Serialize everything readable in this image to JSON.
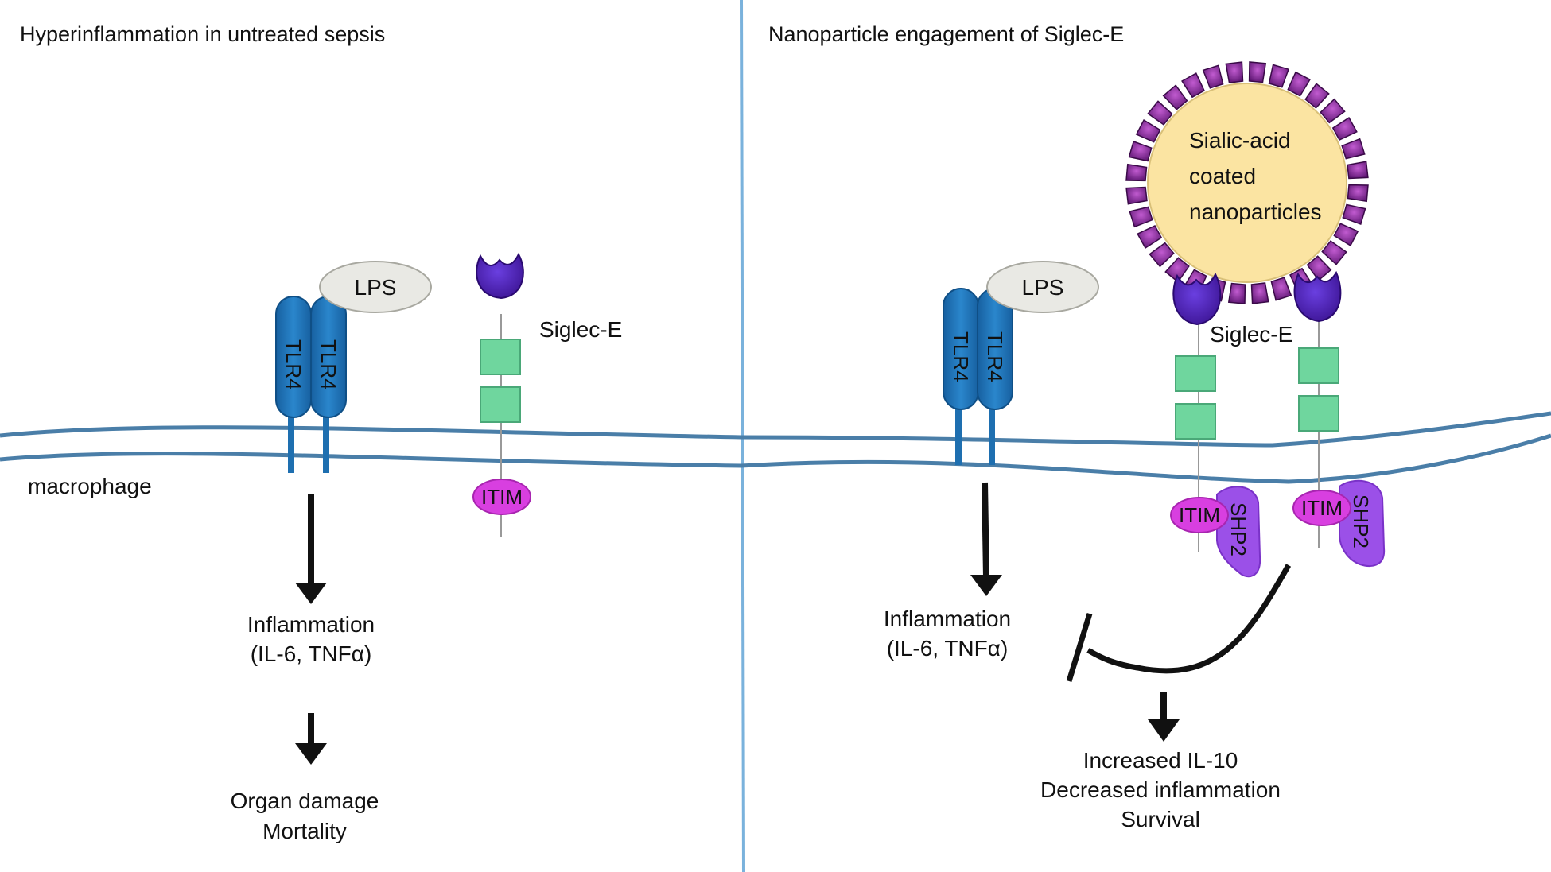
{
  "left_panel": {
    "title": "Hyperinflammation in untreated sepsis",
    "cell_label": "macrophage",
    "ligand": "LPS",
    "receptor_a": "TLR4",
    "receptor_b": "TLR4",
    "siglec_label": "Siglec-E",
    "motif": "ITIM",
    "outcome_1_line1": "Inflammation",
    "outcome_1_line2": "(IL-6, TNFα)",
    "outcome_2_line1": "Organ damage",
    "outcome_2_line2": "Mortality"
  },
  "right_panel": {
    "title": "Nanoparticle engagement of Siglec-E",
    "ligand": "LPS",
    "receptor_a": "TLR4",
    "receptor_b": "TLR4",
    "nanoparticle_line1": "Sialic-acid",
    "nanoparticle_line2": "coated",
    "nanoparticle_line3": "nanoparticles",
    "siglec_label": "Siglec-E",
    "motif_1": "ITIM",
    "motif_2": "ITIM",
    "phosphatase_1": "SHP2",
    "phosphatase_2": "SHP2",
    "inflammation_line1": "Inflammation",
    "inflammation_line2": "(IL-6, TNFα)",
    "outcome_line1": "Increased IL-10",
    "outcome_line2": "Decreased inflammation",
    "outcome_line3": "Survival"
  },
  "colors": {
    "divider": "#7ab2dc",
    "membrane": "#4a7ea8",
    "tlr4": "#1e6fb0",
    "lps_fill": "#e9e9e4",
    "siglec_head": "#4a1fb0",
    "ig_domain": "#6fd69e",
    "itim": "#d83fe0",
    "shp2": "#9b50e8",
    "nanoparticle_core": "#fbe4a2",
    "nanoparticle_coat": "#7a1a86",
    "arrow": "#111111"
  }
}
